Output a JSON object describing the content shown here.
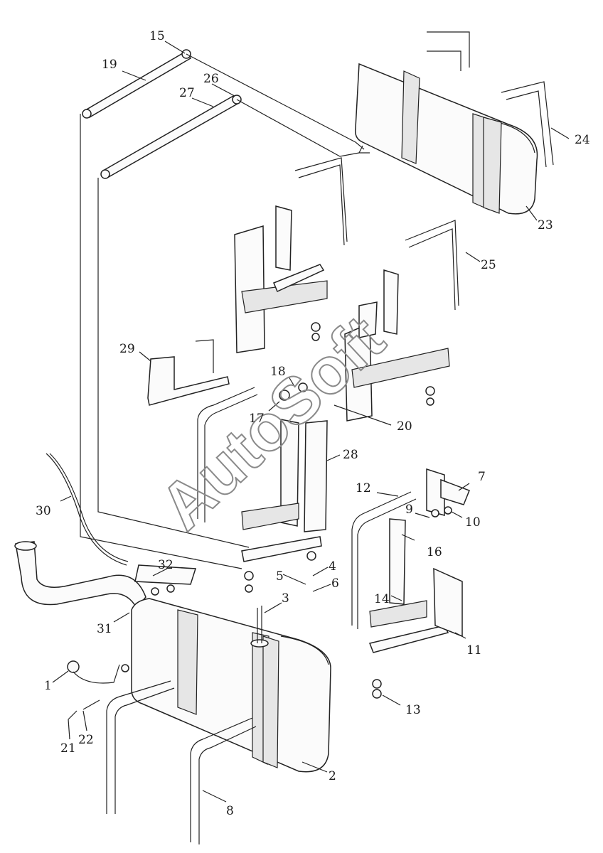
{
  "watermark": "AutoSoft",
  "callouts": [
    {
      "id": "c1",
      "text": "1"
    },
    {
      "id": "c2",
      "text": "2"
    },
    {
      "id": "c3",
      "text": "3"
    },
    {
      "id": "c4",
      "text": "4"
    },
    {
      "id": "c5",
      "text": "5"
    },
    {
      "id": "c6",
      "text": "6"
    },
    {
      "id": "c7",
      "text": "7"
    },
    {
      "id": "c8",
      "text": "8"
    },
    {
      "id": "c9",
      "text": "9"
    },
    {
      "id": "c10",
      "text": "10"
    },
    {
      "id": "c11",
      "text": "11"
    },
    {
      "id": "c12",
      "text": "12"
    },
    {
      "id": "c13",
      "text": "13"
    },
    {
      "id": "c14",
      "text": "14"
    },
    {
      "id": "c15",
      "text": "15"
    },
    {
      "id": "c16",
      "text": "16"
    },
    {
      "id": "c17",
      "text": "17"
    },
    {
      "id": "c18",
      "text": "18"
    },
    {
      "id": "c19",
      "text": "19"
    },
    {
      "id": "c20",
      "text": "20"
    },
    {
      "id": "c21",
      "text": "21"
    },
    {
      "id": "c22",
      "text": "22"
    },
    {
      "id": "c23",
      "text": "23"
    },
    {
      "id": "c24",
      "text": "24"
    },
    {
      "id": "c25",
      "text": "25"
    },
    {
      "id": "c26",
      "text": "26"
    },
    {
      "id": "c27",
      "text": "27"
    },
    {
      "id": "c28",
      "text": "28"
    },
    {
      "id": "c29",
      "text": "29"
    },
    {
      "id": "c30",
      "text": "30"
    },
    {
      "id": "c31",
      "text": "31"
    },
    {
      "id": "c32",
      "text": "32"
    }
  ]
}
